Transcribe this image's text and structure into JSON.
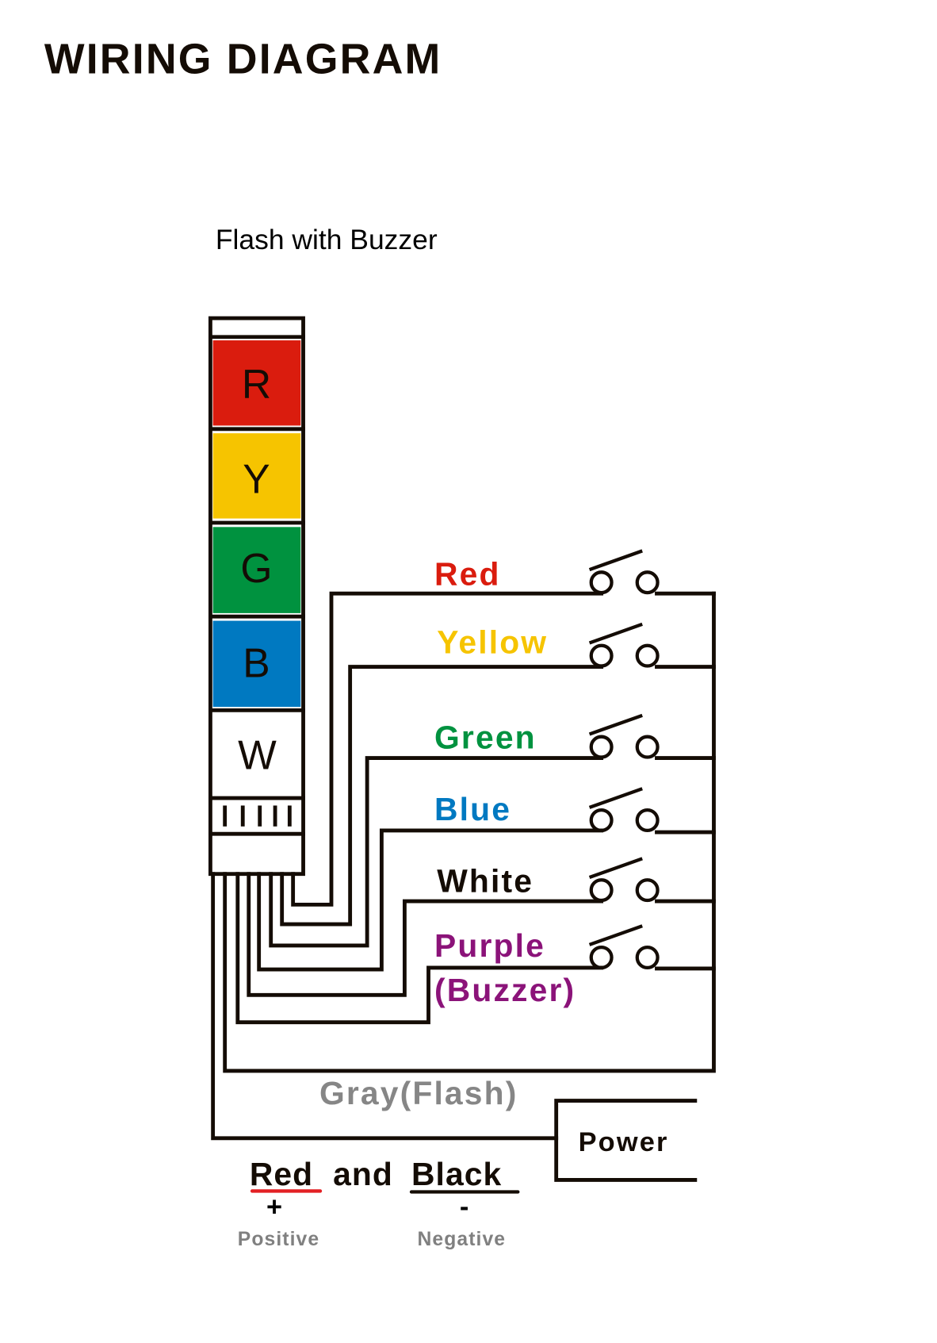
{
  "header": {
    "title": "WIRING DIAGRAM",
    "subtitle": "Flash with Buzzer"
  },
  "tower": {
    "segments": [
      {
        "letter": "R",
        "color": "#da1c0e"
      },
      {
        "letter": "Y",
        "color": "#f6c400"
      },
      {
        "letter": "G",
        "color": "#00923f"
      },
      {
        "letter": "B",
        "color": "#0079c1"
      },
      {
        "letter": "W",
        "color": "#ffffff"
      }
    ]
  },
  "wires": [
    {
      "label": "Red",
      "color": "#da1c0e"
    },
    {
      "label": "Yellow",
      "color": "#f6c400"
    },
    {
      "label": "Green",
      "color": "#00923f"
    },
    {
      "label": "Blue",
      "color": "#0079c1"
    },
    {
      "label": "White",
      "color": "#140c05"
    },
    {
      "label": "Purple",
      "label2": "(Buzzer)",
      "color": "#8b1379"
    }
  ],
  "flash_wire": {
    "label": "Gray(Flash)",
    "color": "#868686"
  },
  "power": {
    "label": "Power"
  },
  "polarity": {
    "red": "Red",
    "and": "and",
    "black": "Black",
    "plus": "+",
    "minus": "-",
    "positive": "Positive",
    "negative": "Negative",
    "red_underline_color": "#e32024",
    "black_underline_color": "#140c05"
  }
}
